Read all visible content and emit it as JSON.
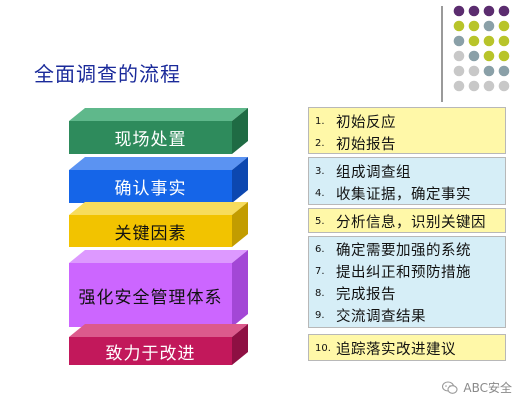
{
  "title": "全面调查的流程",
  "blocks": [
    {
      "label": "现场处置",
      "front": "#2e8b5c",
      "top": "#5fb88b",
      "side": "#1f6b44",
      "text": "#ffffff"
    },
    {
      "label": "确认事实",
      "front": "#1565e8",
      "top": "#5b93f2",
      "side": "#0c47b0",
      "text": "#ffffff"
    },
    {
      "label": "关键因素",
      "front": "#f2c300",
      "top": "#f7dc5c",
      "side": "#c29c00",
      "text": "#111111"
    },
    {
      "label": "强化安全管理体系",
      "front": "#cc66ff",
      "top": "#dd99ff",
      "side": "#a347d6",
      "text": "#111111"
    },
    {
      "label": "致力于改进",
      "front": "#c2185b",
      "top": "#dc5a8c",
      "side": "#8e1043",
      "text": "#ffffff"
    }
  ],
  "panels": [
    {
      "bg": "#fff8a8",
      "steps": [
        {
          "num": "1.",
          "text": "初始反应"
        },
        {
          "num": "2.",
          "text": "初始报告"
        }
      ]
    },
    {
      "bg": "#d6eef7",
      "steps": [
        {
          "num": "3.",
          "text": "组成调查组"
        },
        {
          "num": "4.",
          "text": "收集证据，确定事实"
        }
      ]
    },
    {
      "bg": "#fff8a8",
      "steps": [
        {
          "num": "5.",
          "text": "分析信息，识别关键因"
        }
      ]
    },
    {
      "bg": "#d6eef7",
      "steps": [
        {
          "num": "6.",
          "text": "确定需要加强的系统"
        },
        {
          "num": "7.",
          "text": "提出纠正和预防措施"
        },
        {
          "num": "8.",
          "text": "完成报告"
        },
        {
          "num": "9.",
          "text": "交流调查结果"
        }
      ]
    },
    {
      "bg": "#fff8a8",
      "steps": [
        {
          "num": "10.",
          "text": "追踪落实改进建议"
        }
      ]
    }
  ],
  "watermark": {
    "icon": "wechat-icon",
    "text": "ABC安全"
  },
  "decor_colors": [
    "#5b2c6f",
    "#b8c42a",
    "#8aa0a8",
    "#c8c8c8"
  ]
}
